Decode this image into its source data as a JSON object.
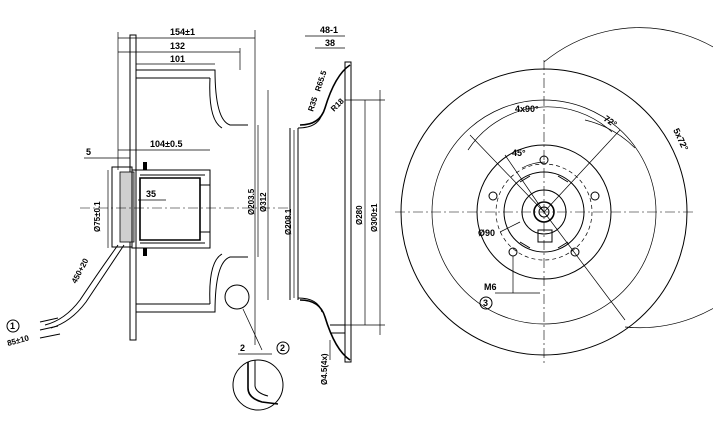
{
  "side_view": {
    "overall_length": "154±1",
    "impeller_width": "132",
    "inlet_width": "101",
    "motor_length": "104±0.5",
    "motor_offset": "35",
    "flange_width": "5",
    "motor_diameter": "Ø75±0.1",
    "inlet_diameter": "Ø203.5",
    "impeller_diameter": "Ø312",
    "cable_length": "450+20",
    "cable_strip": "85±10",
    "detail_gap": "2"
  },
  "ring_view": {
    "width_total": "48-1",
    "width_inner": "38",
    "radius_top": "R65.5",
    "radius_small": "R35",
    "radius_mid": "R18",
    "inner_diameter": "Ø208.1",
    "pitch_diameter": "Ø280",
    "outer_diameter": "Ø300±1",
    "hole_diameter": "Ø4.5(4x)"
  },
  "front_view": {
    "angle_4x90": "4x90°",
    "angle_72": "72°",
    "angle_45": "45°",
    "angle_5x72": "5x72°",
    "hub_diameter": "Ø90",
    "thread": "M6"
  },
  "callouts": {
    "one": "1",
    "two": "2",
    "three": "3"
  }
}
